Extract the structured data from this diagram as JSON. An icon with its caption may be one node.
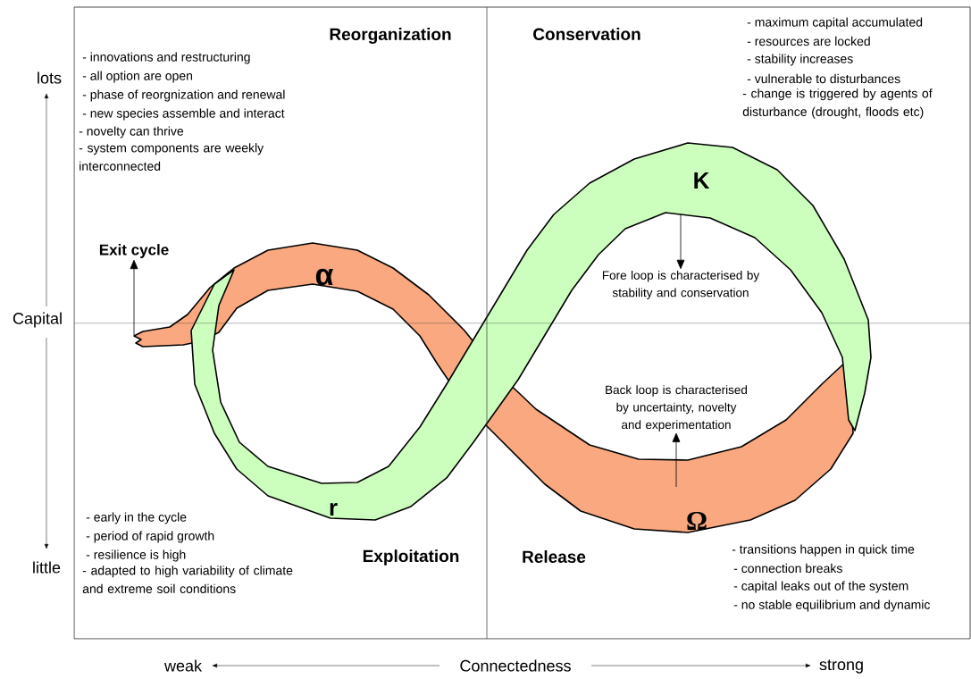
{
  "diagram": {
    "nodes": [
      {
        "text": [
          "Exit cycle"
        ]
      },
      {
        "text": [
          "Fore loop is characterised by stability and conservation"
        ]
      },
      {
        "text": [
          "Back loop is characterised by uncertainty, novelty and experimentation"
        ]
      }
    ],
    "edges": [
      {
        "from": null,
        "to": 0,
        "arrow": "to"
      },
      {
        "from": null,
        "to": 1,
        "arrow": "to"
      },
      {
        "from": null,
        "to": 2,
        "arrow": "to"
      }
    ],
    "labels": [
      "Reorganization",
      "Conservation",
      "- innovations and restructuring",
      "- all option are open",
      "- phase of reorgnization and renewal",
      "- new species assemble and interact",
      "- novelty can thrive",
      "- system components are weekly interconnected",
      "- maximum capital accumulated",
      "- resources are locked",
      "- stability increases",
      "- vulnerable to disturbances",
      "- change is triggered by agents of disturbance (drought, floods etc)",
      "lots",
      "α",
      "K",
      "Capital",
      "r",
      "Ω",
      "- early in the cycle",
      "- period of rapid growth",
      "- resilience is high",
      "- adapted to high variability of climate and extreme soil conditions",
      "Exploitation",
      "Release",
      "- transitions happen in quick time",
      "- connection breaks",
      "- capital leaks out of the system",
      "- no stable equilibrium and dynamic",
      "little",
      "weak",
      "Connectedness",
      "strong"
    ]
  }
}
